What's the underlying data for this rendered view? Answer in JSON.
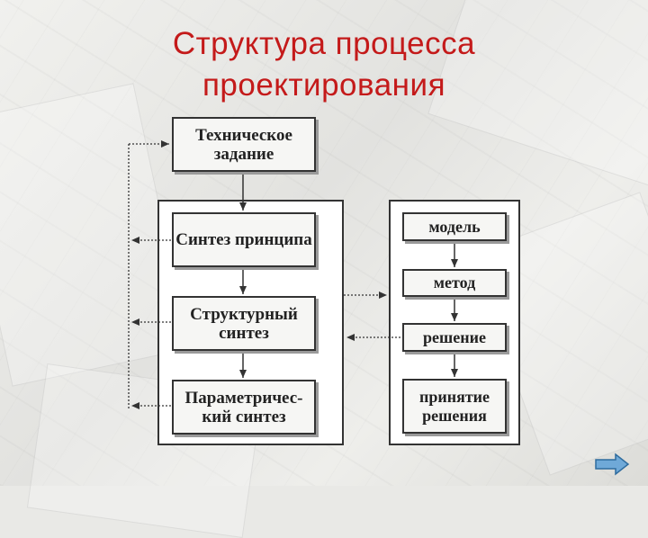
{
  "slide": {
    "title_line1": "Структура процесса",
    "title_line2": "проектирования"
  },
  "diagram": {
    "top_box": "Техническое задание",
    "left_panel": [
      "Синтез принципа",
      "Структурный синтез",
      "Параметричес-кий синтез"
    ],
    "right_panel": [
      "модель",
      "метод",
      "решение",
      "принятие решения"
    ]
  },
  "colors": {
    "title": "#c41a1a",
    "nav_button": "#6fa9d8"
  },
  "icons": {
    "next": "right-arrow-icon"
  }
}
